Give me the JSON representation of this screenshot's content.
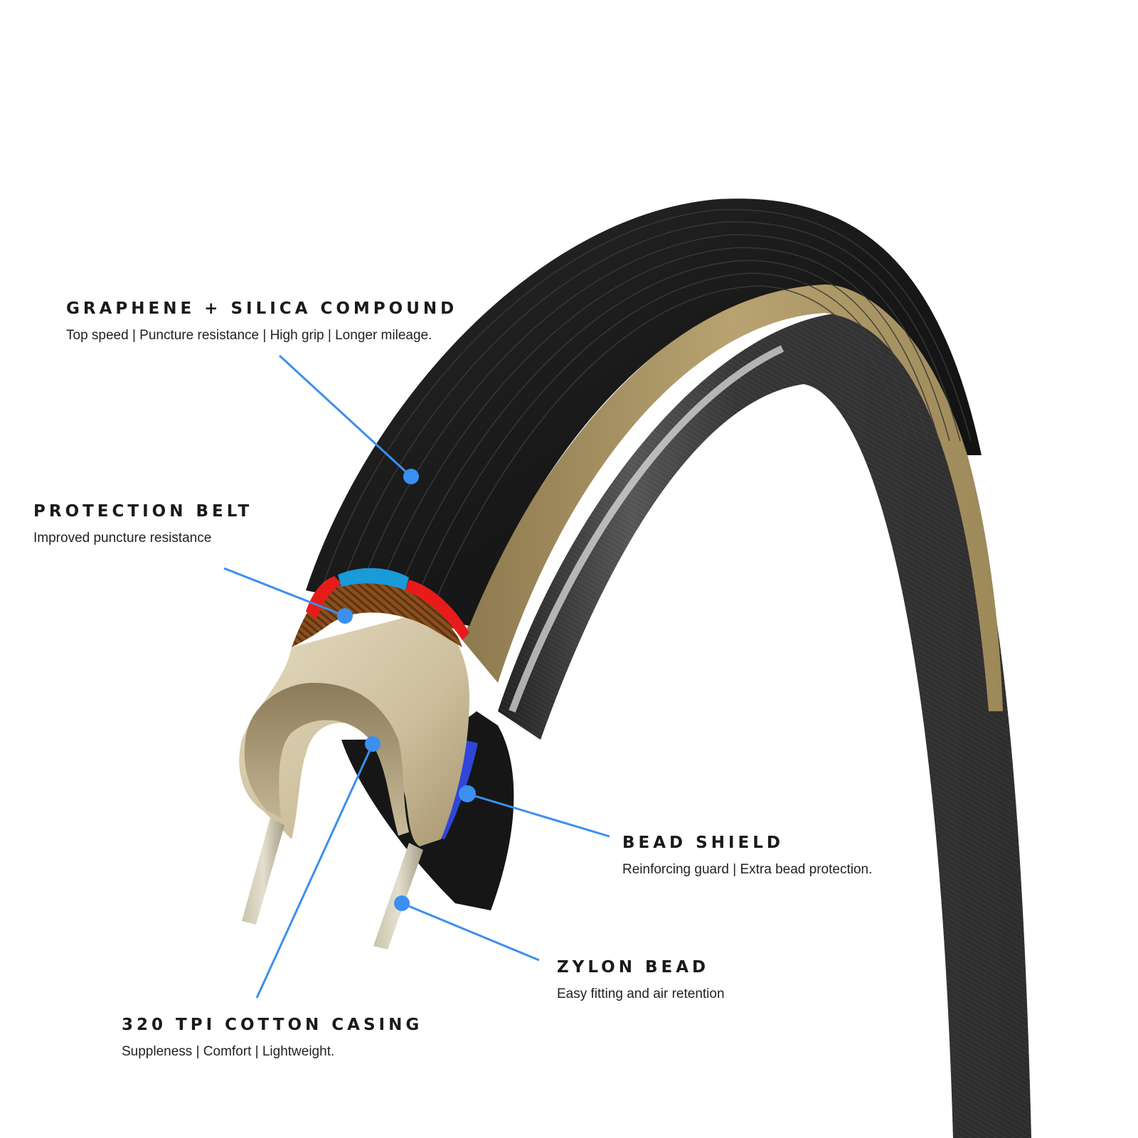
{
  "callouts": {
    "graphene": {
      "title": "GRAPHENE + SILICA COMPOUND",
      "desc": "Top speed | Puncture resistance | High grip | Longer mileage."
    },
    "belt": {
      "title": "PROTECTION BELT",
      "desc": "Improved puncture resistance"
    },
    "bead_shield": {
      "title": "BEAD SHIELD",
      "desc": "Reinforcing guard | Extra bead protection."
    },
    "zylon": {
      "title": "ZYLON BEAD",
      "desc": "Easy fitting and air retention"
    },
    "casing": {
      "title": "320 TPI COTTON CASING",
      "desc": "Suppleness | Comfort | Lightweight."
    }
  },
  "colors": {
    "leader": "#3b8ff0",
    "tread": "#1b1b1b",
    "tan_wall": "#b19a6b",
    "casing": "#d9cfb6",
    "belt": "#8a4f1e",
    "belt_edge": "#e81b1b",
    "belt_cap": "#1a9ad8",
    "bead_shield": "#2f46d8"
  }
}
